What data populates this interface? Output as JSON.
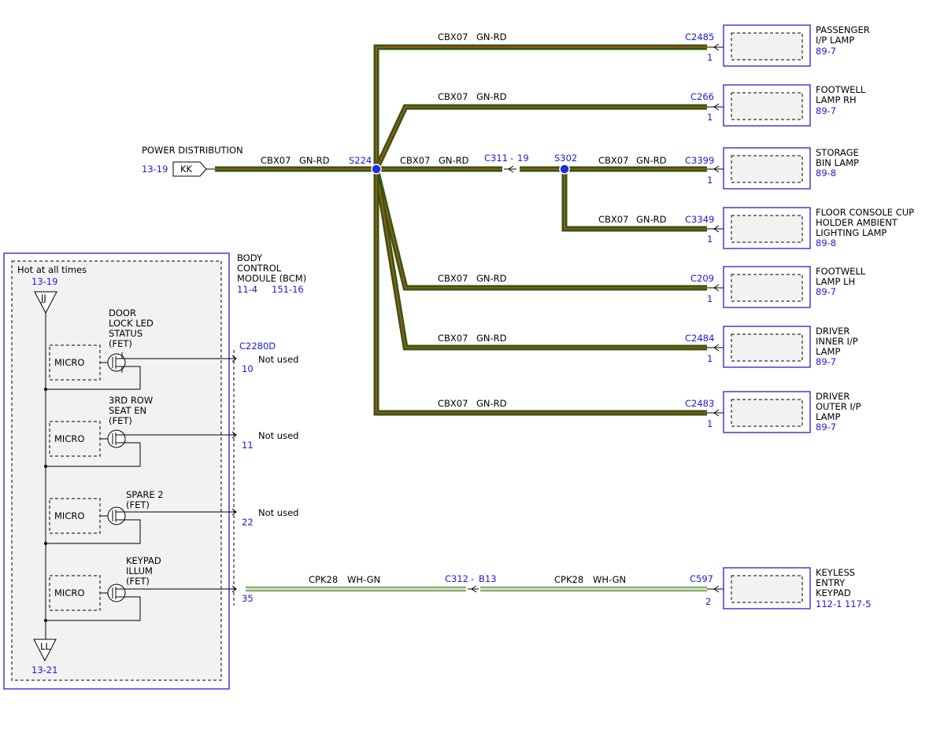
{
  "power_source": {
    "label": "POWER DISTRIBUTION",
    "ref": "13-19",
    "terminal": "KK",
    "wire": "CBX07",
    "color": "GN-RD"
  },
  "splices": {
    "main": "S224",
    "secondary": "S302"
  },
  "inline_connectors": {
    "c311": {
      "name": "C311",
      "dash": "-",
      "pin": "19"
    },
    "c312": {
      "name": "C312",
      "dash": "-",
      "pin": "B13"
    }
  },
  "branches": [
    {
      "wire": "CBX07",
      "color": "GN-RD",
      "connector": "C2485",
      "pin": "1",
      "label_lines": [
        "PASSENGER",
        "I/P LAMP"
      ],
      "ref": "89-7"
    },
    {
      "wire": "CBX07",
      "color": "GN-RD",
      "connector": "C266",
      "pin": "1",
      "label_lines": [
        "FOOTWELL",
        "LAMP RH"
      ],
      "ref": "89-7"
    },
    {
      "wire": "CBX07",
      "color": "GN-RD",
      "connector": "C3399",
      "pin": "1",
      "label_lines": [
        "STORAGE",
        "BIN LAMP"
      ],
      "ref": "89-8"
    },
    {
      "wire": "CBX07",
      "color": "GN-RD",
      "connector": "C3349",
      "pin": "1",
      "label_lines": [
        "FLOOR CONSOLE CUP",
        "HOLDER AMBIENT",
        "LIGHTING LAMP"
      ],
      "ref": "89-8"
    },
    {
      "wire": "CBX07",
      "color": "GN-RD",
      "connector": "C209",
      "pin": "1",
      "label_lines": [
        "FOOTWELL",
        "LAMP LH"
      ],
      "ref": "89-7"
    },
    {
      "wire": "CBX07",
      "color": "GN-RD",
      "connector": "C2484",
      "pin": "1",
      "label_lines": [
        "DRIVER",
        "INNER I/P",
        "LAMP"
      ],
      "ref": "89-7"
    },
    {
      "wire": "CBX07",
      "color": "GN-RD",
      "connector": "C2483",
      "pin": "1",
      "label_lines": [
        "DRIVER",
        "OUTER I/P",
        "LAMP"
      ],
      "ref": "89-7"
    }
  ],
  "trunk_segment": {
    "wire": "CBX07",
    "color": "GN-RD"
  },
  "bcm": {
    "title_lines": [
      "BODY",
      "CONTROL",
      "MODULE (BCM)"
    ],
    "refs": [
      "11-4",
      "151-16"
    ],
    "hot_label": "Hot at all times",
    "top_ref": "13-19",
    "top_terminal": "JJ",
    "bottom_terminal": "LL",
    "bottom_ref": "13-21",
    "connector": "C2280D",
    "micro_label": "MICRO",
    "circuits": [
      {
        "fet_lines": [
          "DOOR",
          "LOCK LED",
          "STATUS",
          "(FET)"
        ],
        "pin": "10",
        "note": "Not used"
      },
      {
        "fet_lines": [
          "3RD ROW",
          "SEAT EN",
          "(FET)"
        ],
        "pin": "11",
        "note": "Not used"
      },
      {
        "fet_lines": [
          "SPARE 2",
          "(FET)"
        ],
        "pin": "22",
        "note": "Not used"
      },
      {
        "fet_lines": [
          "KEYPAD",
          "ILLUM",
          "(FET)"
        ],
        "pin": "35",
        "note": ""
      }
    ]
  },
  "keypad_circuit": {
    "wire": "CPK28",
    "color": "WH-GN",
    "connector": "C597",
    "pin": "2",
    "label_lines": [
      "KEYLESS",
      "ENTRY",
      "KEYPAD"
    ],
    "refs": [
      "112-1",
      "117-5"
    ]
  },
  "colors": {
    "wire_gn_rd_outer": "#2f5a10",
    "wire_gn_rd_stripe": "#c24a1f",
    "wire_wh_gn": "#5c8a3a",
    "reference_text": "#1a1ad6",
    "box_border": "#2020d0"
  }
}
